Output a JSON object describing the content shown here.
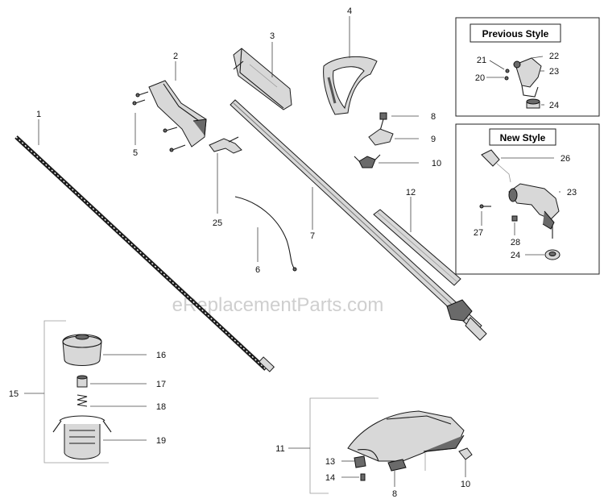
{
  "watermark": "eReplacementParts.com",
  "previous_style": {
    "title": "Previous Style",
    "parts": [
      "21",
      "22",
      "20",
      "23",
      "24"
    ]
  },
  "new_style": {
    "title": "New Style",
    "parts": [
      "26",
      "23",
      "27",
      "28",
      "24"
    ]
  },
  "main_parts": [
    "1",
    "2",
    "3",
    "4",
    "5",
    "6",
    "7",
    "8",
    "9",
    "10",
    "12",
    "25"
  ],
  "head_assembly_parts": [
    "15",
    "16",
    "17",
    "18",
    "19"
  ],
  "shield_assembly_parts": [
    "11",
    "13",
    "14",
    "8",
    "10"
  ],
  "colors": {
    "ink": "#1a1a1a",
    "watermark": "#cfcfcf",
    "background": "#ffffff"
  }
}
